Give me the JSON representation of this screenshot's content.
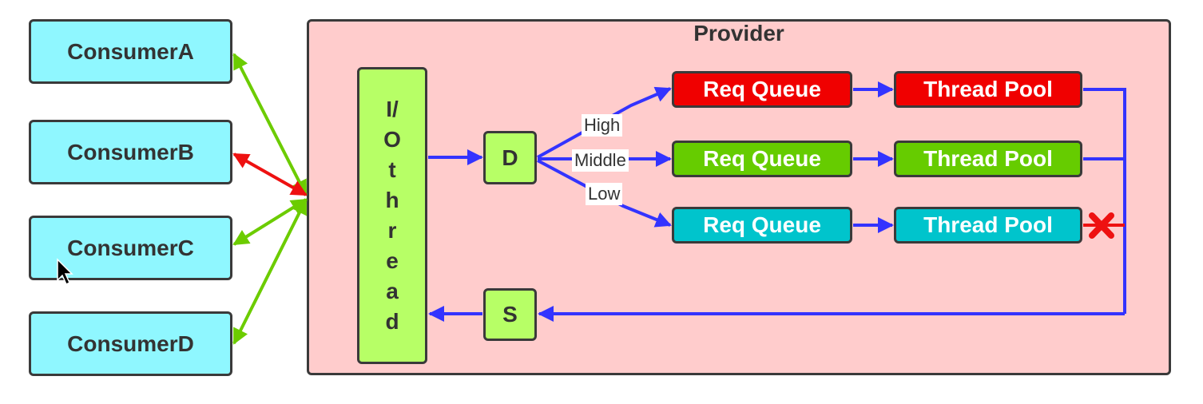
{
  "consumers": [
    {
      "label": "ConsumerA",
      "link_color": "#6ccc00"
    },
    {
      "label": "ConsumerB",
      "link_color": "#ee1111"
    },
    {
      "label": "ConsumerC",
      "link_color": "#6ccc00"
    },
    {
      "label": "ConsumerD",
      "link_color": "#6ccc00"
    }
  ],
  "provider": {
    "title": "Provider",
    "io_thread": "I/\nO\nt\nh\nr\ne\na\nd",
    "dispatcher": "D",
    "sender": "S",
    "priorities": [
      {
        "label": "High",
        "queue": "Req Queue",
        "pool": "Thread Pool",
        "color": "#f00000"
      },
      {
        "label": "Middle",
        "queue": "Req Queue",
        "pool": "Thread Pool",
        "color": "#66cc00"
      },
      {
        "label": "Low",
        "queue": "Req Queue",
        "pool": "Thread Pool",
        "color": "#00c4cc"
      }
    ]
  },
  "colors": {
    "flow": "#3333ff",
    "block_mark": "#ee1111"
  },
  "icons": [
    "block-x-icon",
    "mouse-cursor-icon"
  ]
}
